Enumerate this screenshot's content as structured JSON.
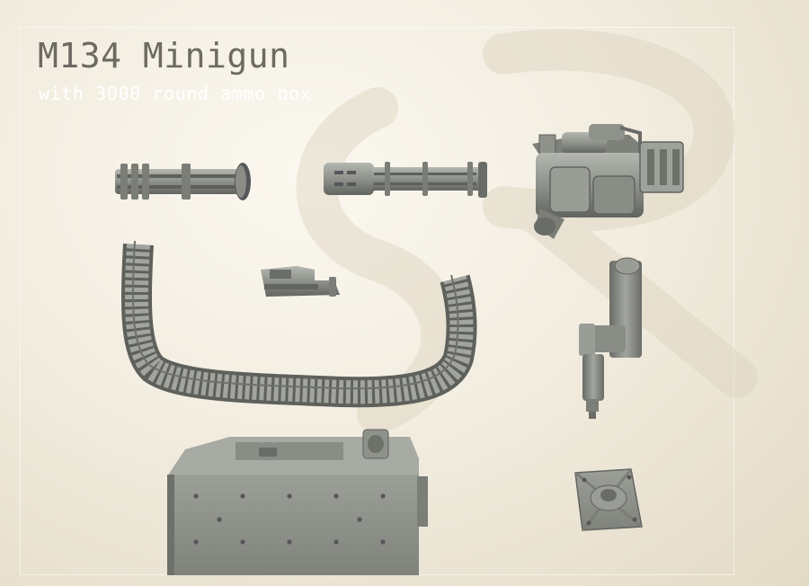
{
  "title": "M134 Minigun",
  "subtitle": "with 3000 round ammo box",
  "colors": {
    "background": "#f2ede0",
    "title_text": "#6e6a63",
    "subtitle_text": "#ffffff",
    "part_gray": "#8f918b",
    "part_dark": "#5e605b",
    "part_light": "#b4b6b0",
    "watermark": "#dcd3bf"
  },
  "parts": [
    {
      "id": "barrel-cluster-short",
      "depiction": "rotary barrel cluster, front view"
    },
    {
      "id": "barrel-cluster-long",
      "depiction": "rotary barrel cluster with flash hider"
    },
    {
      "id": "gun-receiver",
      "depiction": "minigun motor and receiver assembly"
    },
    {
      "id": "ammo-belt",
      "depiction": "curved linked ammunition feed chute"
    },
    {
      "id": "sight",
      "depiction": "reflex sight"
    },
    {
      "id": "pintle-mount",
      "depiction": "pintle mount post"
    },
    {
      "id": "ammo-box",
      "depiction": "3000 round ammo box"
    },
    {
      "id": "mount-base",
      "depiction": "square mounting base plate"
    }
  ]
}
